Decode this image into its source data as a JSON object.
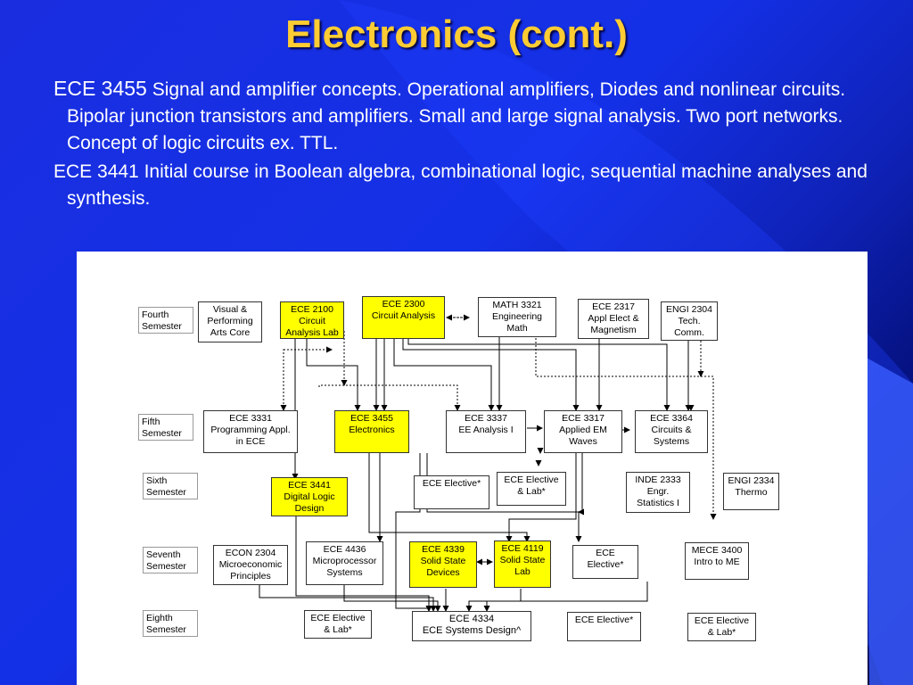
{
  "title": "Electronics (cont.)",
  "paragraphs": [
    {
      "code": "ECE 3455",
      "text": " Signal and amplifier concepts. Operational amplifiers, Diodes and nonlinear circuits. Bipolar junction transistors and amplifiers. Small and large signal analysis. Two port networks. Concept of logic circuits ex. TTL."
    },
    {
      "code": "",
      "text": "ECE 3441 Initial course in Boolean algebra, combinational logic, sequential machine analyses and synthesis."
    }
  ],
  "flowchart": {
    "semesters": [
      {
        "id": "fourth",
        "label": "Fourth\nSemester"
      },
      {
        "id": "fifth",
        "label": "Fifth\nSemester"
      },
      {
        "id": "sixth",
        "label": "Sixth\nSemester"
      },
      {
        "id": "seventh",
        "label": "Seventh\nSemester"
      },
      {
        "id": "eighth",
        "label": "Eighth\nSemester"
      }
    ],
    "courses": [
      {
        "id": "visual",
        "label": "Visual &\nPerforming\nArts Core",
        "highlight": false
      },
      {
        "id": "ece2100",
        "label": "ECE 2100\nCircuit\nAnalysis Lab",
        "highlight": true
      },
      {
        "id": "ece2300",
        "label": "ECE 2300\nCircuit Analysis",
        "highlight": true
      },
      {
        "id": "math3321",
        "label": "MATH 3321\nEngineering\nMath",
        "highlight": false
      },
      {
        "id": "ece2317",
        "label": "ECE 2317\nAppl Elect &\nMagnetism",
        "highlight": false
      },
      {
        "id": "engi2304",
        "label": "ENGI 2304\nTech.\nComm.",
        "highlight": false
      },
      {
        "id": "ece3331",
        "label": "ECE 3331\nProgramming Appl.\nin ECE",
        "highlight": false
      },
      {
        "id": "ece3455",
        "label": "ECE 3455\nElectronics",
        "highlight": true
      },
      {
        "id": "ece3337",
        "label": "ECE 3337\nEE Analysis I",
        "highlight": false
      },
      {
        "id": "ece3317",
        "label": "ECE 3317\nApplied EM\nWaves",
        "highlight": false
      },
      {
        "id": "ece3364",
        "label": "ECE 3364\nCircuits &\nSystems",
        "highlight": false
      },
      {
        "id": "ece3441",
        "label": "ECE 3441\nDigital Logic\nDesign",
        "highlight": true
      },
      {
        "id": "elective6a",
        "label": "ECE Elective*",
        "highlight": false
      },
      {
        "id": "elective6b",
        "label": "ECE Elective\n& Lab*",
        "highlight": false
      },
      {
        "id": "inde2333",
        "label": "INDE 2333\nEngr.\nStatistics I",
        "highlight": false
      },
      {
        "id": "engi2334",
        "label": "ENGI 2334\nThermo",
        "highlight": false
      },
      {
        "id": "econ2304",
        "label": "ECON 2304\nMicroeconomic\nPrinciples",
        "highlight": false
      },
      {
        "id": "ece4436",
        "label": "ECE 4436\nMicroprocessor\nSystems",
        "highlight": false
      },
      {
        "id": "ece4339",
        "label": "ECE 4339\nSolid State\nDevices",
        "highlight": true
      },
      {
        "id": "ece4119",
        "label": "ECE 4119\nSolid State\nLab",
        "highlight": true
      },
      {
        "id": "elective7",
        "label": "ECE\nElective*",
        "highlight": false
      },
      {
        "id": "mece3400",
        "label": "MECE 3400\nIntro to ME",
        "highlight": false
      },
      {
        "id": "elective8a",
        "label": "ECE Elective\n& Lab*",
        "highlight": false
      },
      {
        "id": "ece4334",
        "label": "ECE 4334\nECE Systems Design^",
        "highlight": false
      },
      {
        "id": "elective8b",
        "label": "ECE Elective*",
        "highlight": false
      },
      {
        "id": "elective8c",
        "label": "ECE Elective\n& Lab*",
        "highlight": false
      }
    ]
  }
}
